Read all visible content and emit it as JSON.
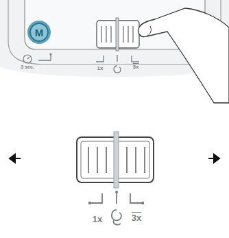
{
  "diagram": {
    "nodes": [
      {
        "text": [
          "M"
        ]
      }
    ],
    "labels": [
      "3 sec.",
      "1x",
      "3x",
      "1x",
      "3x"
    ]
  }
}
